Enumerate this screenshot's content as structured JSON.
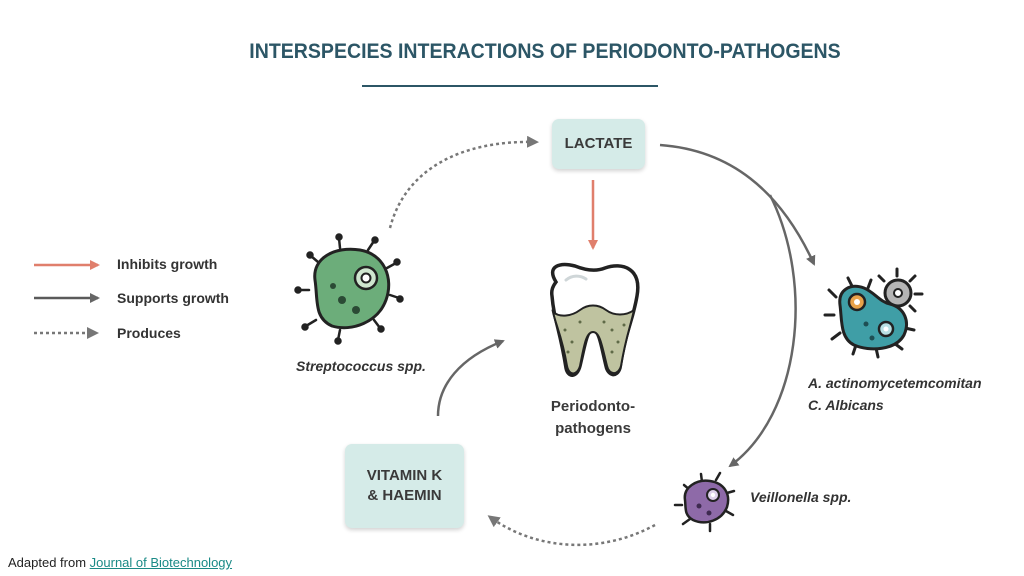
{
  "title": "INTERSPECIES INTERACTIONS OF PERIODONTO-PATHOGENS",
  "legend": [
    {
      "label": "Inhibits growth",
      "color": "#e07f6c",
      "style": "solid"
    },
    {
      "label": "Supports growth",
      "color": "#5a5a5a",
      "style": "solid"
    },
    {
      "label": "Produces",
      "color": "#777777",
      "style": "dotted"
    }
  ],
  "nodes": {
    "lactate": "LACTATE",
    "vitamin_line1": "VITAMIN K",
    "vitamin_line2": "& HAEMIN",
    "tooth_line1": "Periodonto-",
    "tooth_line2": "pathogens",
    "streptococcus": "Streptococcus spp.",
    "actino_line1": "A. actinomycetemcomitan",
    "actino_line2": "C. Albicans",
    "veillonella": "Veillonella spp."
  },
  "colors": {
    "title": "#2c5666",
    "box_fill": "#d5ebe8",
    "inhibit": "#e07f6c",
    "support": "#5a5a5a",
    "link": "#1a8a86"
  },
  "icons": [
    "streptococcus-microbe-icon",
    "actinomyces-microbe-icon",
    "veillonella-microbe-icon",
    "tooth-icon"
  ],
  "footer": {
    "prefix": "Adapted from ",
    "link_text": "Journal of Biotechnology"
  }
}
